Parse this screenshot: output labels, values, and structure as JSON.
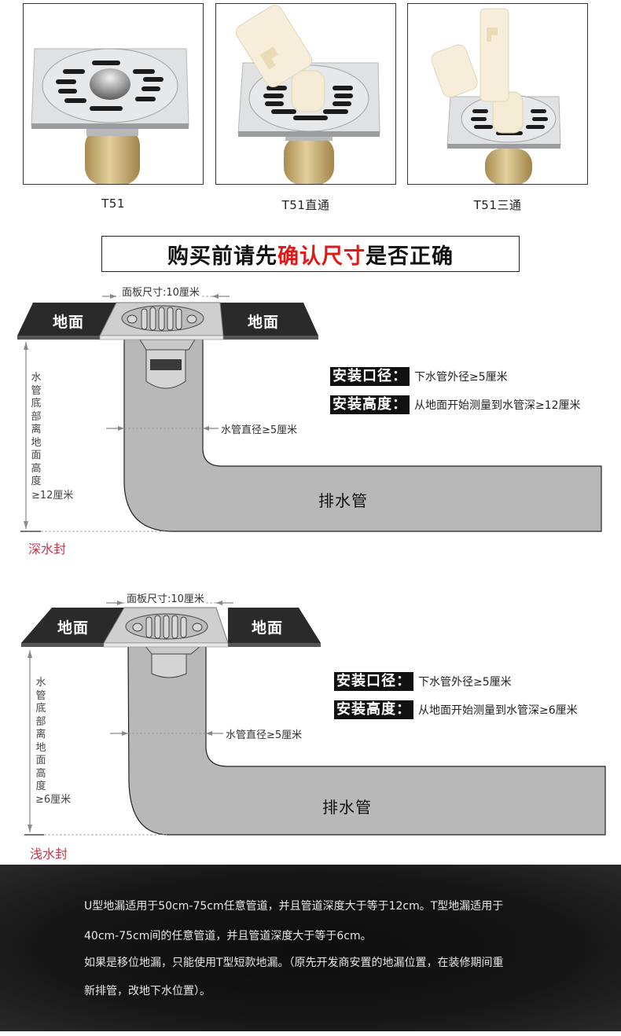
{
  "products": [
    {
      "label": "T51",
      "variant": "standard"
    },
    {
      "label": "T51直通",
      "variant": "straight-through"
    },
    {
      "label": "T51三通",
      "variant": "three-way"
    }
  ],
  "banner": {
    "part1": "购买前请先",
    "part2_highlight": "确认尺寸",
    "part3": "是否正确",
    "highlight_color": "#e01818"
  },
  "diagrams": [
    {
      "type": "deep-seal",
      "floor_left": "地面",
      "floor_right": "地面",
      "panel_size": "面板尺寸:10厘米",
      "pipe_diameter": "水管直径≥5厘米",
      "spec_install_diameter_key": "安装口径：",
      "spec_install_diameter_val": "下水管外径≥5厘米",
      "spec_install_height_key": "安装高度：",
      "spec_install_height_val": "从地面开始测量到水管深≥12厘米",
      "vertical_label_chars": [
        "水",
        "管",
        "底",
        "部",
        "离",
        "地",
        "面",
        "高",
        "度"
      ],
      "vertical_label_value": "≥12厘米",
      "drain_pipe": "排水管",
      "seal_label": "深水封"
    },
    {
      "type": "shallow-seal",
      "floor_left": "地面",
      "floor_right": "地面",
      "panel_size": "面板尺寸:10厘米",
      "pipe_diameter": "水管直径≥5厘米",
      "spec_install_diameter_key": "安装口径：",
      "spec_install_diameter_val": "下水管外径≥5厘米",
      "spec_install_height_key": "安装高度：",
      "spec_install_height_val": "从地面开始测量到水管深≥6厘米",
      "vertical_label_chars": [
        "水",
        "管",
        "底",
        "部",
        "离",
        "地",
        "面",
        "高",
        "度"
      ],
      "vertical_label_value": "≥6厘米",
      "drain_pipe": "排水管",
      "seal_label": "浅水封"
    }
  ],
  "notes": {
    "line1": "U型地漏适用于50cm-75cm任意管道，并且管道深度大于等于12cm。T型地漏适用于",
    "line2": "40cm-75cm间的任意管道，并且管道深度大于等于6cm。",
    "line3": "如果是移位地漏，只能使用T型短款地漏。（原先开发商安置的地漏位置，在装修期间重",
    "line4": "新排管，改地下水位置）。"
  },
  "colors": {
    "floor_dark": "#2a2a2a",
    "pipe_gray": "#b8b8b8",
    "seal_red": "#c8344a",
    "chrome": "#d6d8da",
    "brass": "#c9b07a",
    "plastic": "#f3e9d2"
  }
}
